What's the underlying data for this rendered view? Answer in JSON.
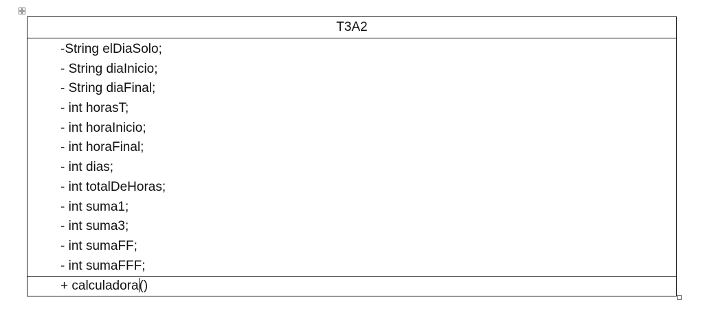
{
  "class_diagram": {
    "class_name": "T3A2",
    "attributes": [
      "-String elDiaSolo;",
      "- String diaInicio;",
      "- String diaFinal;",
      "- int horasT;",
      "- int horaInicio;",
      "- int horaFinal;",
      "- int dias;",
      "- int totalDeHoras;",
      "- int suma1;",
      "- int suma3;",
      "- int sumaFF;",
      "- int sumaFFF;"
    ],
    "method": {
      "prefix": "+ calculadora",
      "suffix": "()"
    }
  },
  "icons": {
    "table_move_handle": "move-arrows-icon",
    "table_resize_handle": "resize-square-icon"
  }
}
